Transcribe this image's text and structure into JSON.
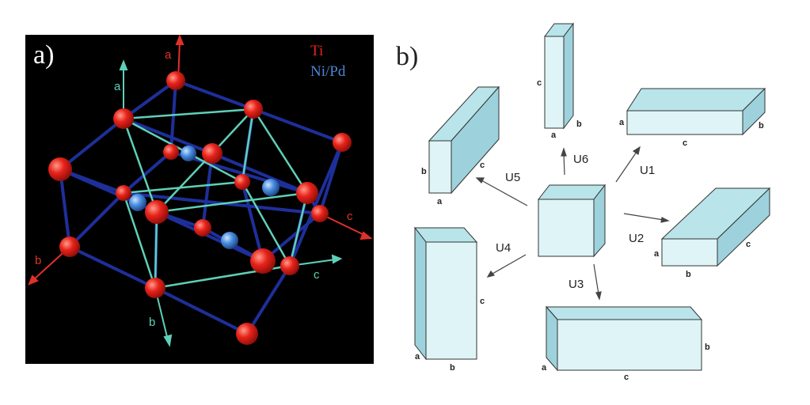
{
  "panel_a": {
    "label": "a)",
    "legend": [
      {
        "text": "Ti",
        "color": "#e8231b"
      },
      {
        "text": "Ni/Pd",
        "color": "#4a86d6"
      }
    ],
    "axes_red": {
      "a": "a",
      "b": "b",
      "c": "c"
    },
    "axes_green": {
      "a": "a",
      "b": "b",
      "c": "c"
    },
    "colors": {
      "background": "#000000",
      "ti_atom": "#e8231b",
      "nipd_atom": "#4a8fe0",
      "bond_blue": "#1e2f9a",
      "bond_green": "#5fd0b8",
      "axis_red": "#e0302a"
    }
  },
  "panel_b": {
    "label": "b)",
    "variants": [
      {
        "name": "U1",
        "dims": [
          "a",
          "c",
          "b"
        ]
      },
      {
        "name": "U2",
        "dims": [
          "a",
          "b",
          "c"
        ]
      },
      {
        "name": "U3",
        "dims": [
          "a",
          "c",
          "b"
        ]
      },
      {
        "name": "U4",
        "dims": [
          "a",
          "b",
          "c"
        ]
      },
      {
        "name": "U5",
        "dims": [
          "b",
          "a",
          "c"
        ]
      },
      {
        "name": "U6",
        "dims": [
          "c",
          "a",
          "b"
        ]
      }
    ],
    "colors": {
      "front": "#dff4f7",
      "top": "#b8e4ea",
      "side": "#9dd2dc",
      "edge": "#333333"
    }
  }
}
